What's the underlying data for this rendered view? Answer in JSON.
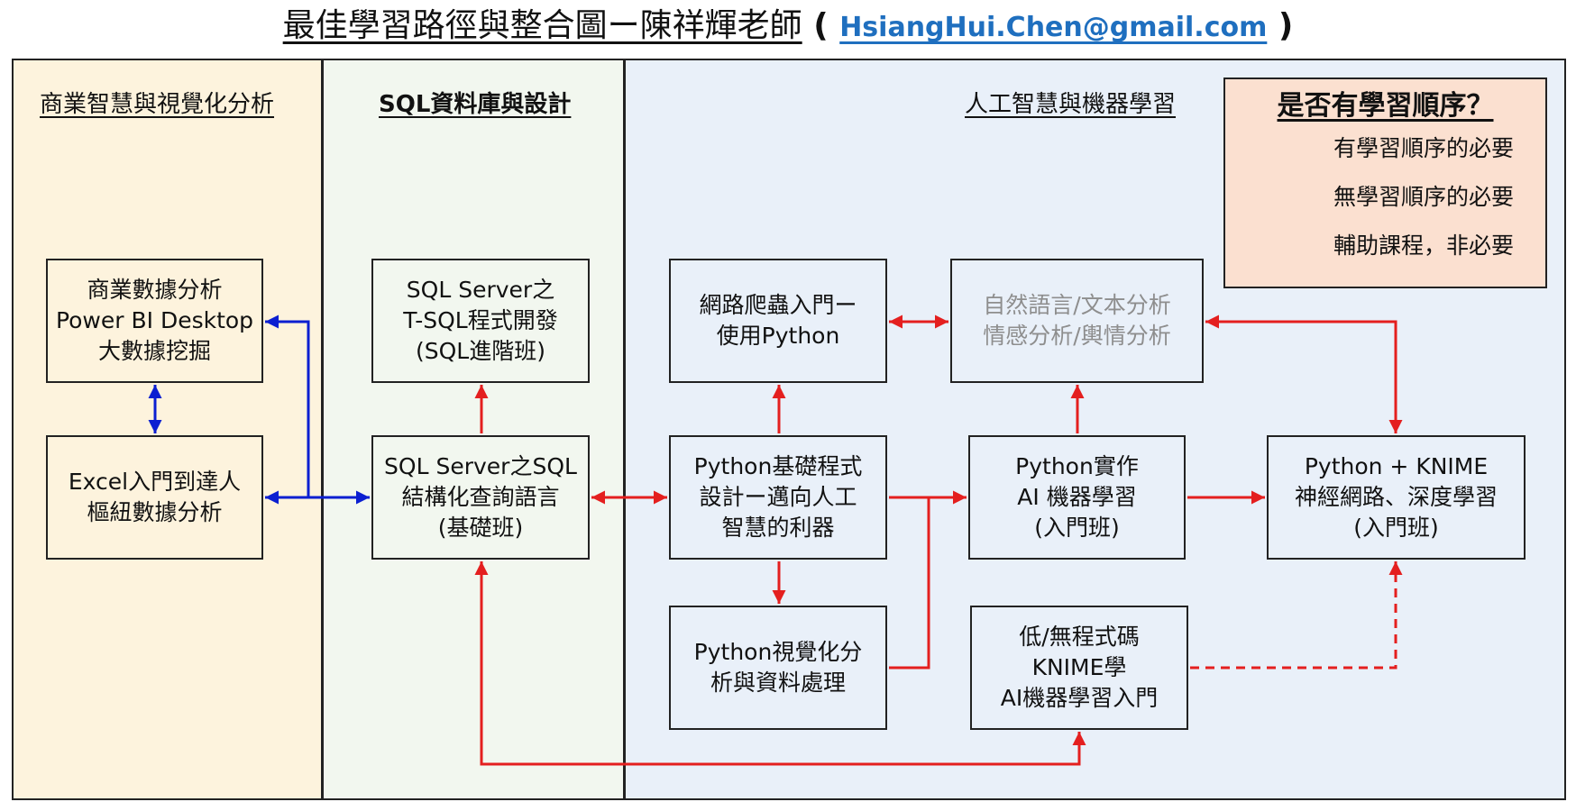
{
  "title": {
    "main": "最佳學習路徑與整合圖ー陳祥輝老師",
    "paren_open": " ( ",
    "email": "HsiangHui.Chen@gmail.com",
    "paren_close": " )"
  },
  "sections": {
    "bi": "商業智慧與視覺化分析",
    "sql": "SQL資料庫與設計",
    "ai": "人工智慧與機器學習"
  },
  "boxes": {
    "bi_desktop": [
      "商業數據分析",
      "Power BI Desktop",
      "大數據挖掘"
    ],
    "excel": [
      "Excel入門到達人",
      "樞紐數據分析"
    ],
    "tsql": [
      "SQL Server之",
      "T-SQL程式開發",
      "(SQL進階班)"
    ],
    "sql_basic": [
      "SQL Server之SQL",
      "結構化查詢語言",
      "(基礎班)"
    ],
    "web_crawler": [
      "網路爬蟲入門ー",
      "使用Python"
    ],
    "nlp": [
      "自然語言/文本分析",
      "情感分析/輿情分析"
    ],
    "python_basic": [
      "Python基礎程式",
      "設計ー邁向人工",
      "智慧的利器"
    ],
    "python_ai": [
      "Python實作",
      "AI 機器學習",
      "(入門班)"
    ],
    "python_knime": [
      "Python + KNIME",
      "神經網路、深度學習",
      "(入門班)"
    ],
    "python_vis": [
      "Python視覺化分",
      "析與資料處理"
    ],
    "low_code": [
      "低/無程式碼",
      "KNIME學",
      "AI機器學習入門"
    ]
  },
  "legend": {
    "title": "是否有學習順序？",
    "items": [
      {
        "label": "有學習順序的必要",
        "style": "solid-one-way"
      },
      {
        "label": "無學習順序的必要",
        "style": "solid-two-way"
      },
      {
        "label": "輔助課程，非必要",
        "style": "dashed-one-way"
      }
    ]
  },
  "colors": {
    "blue_connector": "#0b1fd1",
    "red_connector": "#e41f1f",
    "email": "#1f6fbf",
    "bi_fill": "#fdf3dd",
    "sql_fill": "#f2f7ef",
    "ai_fill": "#e9f0f9",
    "legend_fill": "#fbe0d0",
    "muted_text": "#8e8e8e"
  }
}
